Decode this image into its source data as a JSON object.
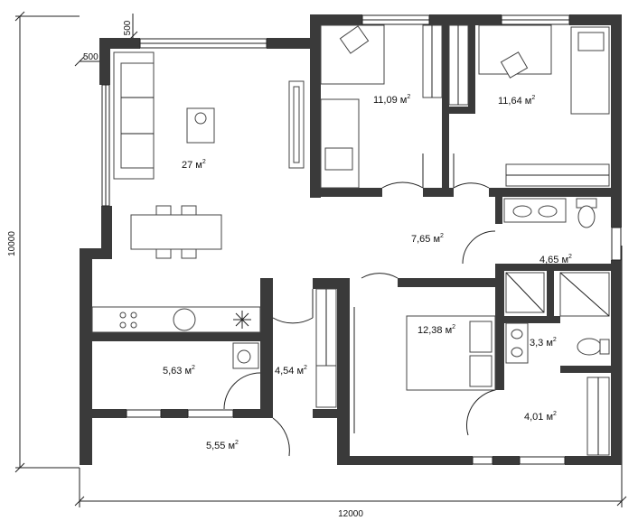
{
  "rooms": [
    {
      "id": "living",
      "area": "27 м",
      "exp": "2"
    },
    {
      "id": "bedroom-1",
      "area": "11,09 м",
      "exp": "2"
    },
    {
      "id": "bedroom-2",
      "area": "11,64 м",
      "exp": "2"
    },
    {
      "id": "hall",
      "area": "7,65 м",
      "exp": "2"
    },
    {
      "id": "bath-1",
      "area": "4,65 м",
      "exp": "2"
    },
    {
      "id": "utility",
      "area": "5,63 м",
      "exp": "2"
    },
    {
      "id": "corridor",
      "area": "4,54 м",
      "exp": "2"
    },
    {
      "id": "bedroom-3",
      "area": "12,38 м",
      "exp": "2"
    },
    {
      "id": "bath-2",
      "area": "3,3 м",
      "exp": "2"
    },
    {
      "id": "dressing",
      "area": "4,01 м",
      "exp": "2"
    },
    {
      "id": "terrace",
      "area": "5,55 м",
      "exp": "2"
    }
  ],
  "dimensions": {
    "width": "12000",
    "height": "10000",
    "offset_top": "500",
    "offset_left": "500"
  }
}
